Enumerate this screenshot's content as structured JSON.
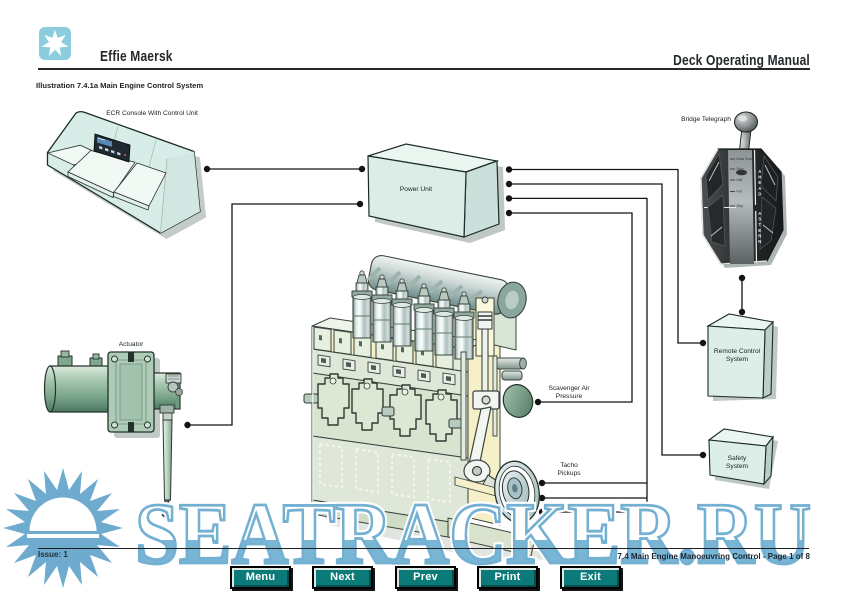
{
  "header": {
    "ship_name": "Effie Maersk",
    "manual_title": "Deck Operating Manual",
    "logo": "maersk-star-logo",
    "logo_color": "#8bcddd"
  },
  "illustration": {
    "title": "Illustration 7.4.1a Main Engine Control System"
  },
  "diagram": {
    "components": {
      "ecr_console": {
        "label": "ECR Console With Control Unit"
      },
      "power_unit": {
        "label": "Power Unit"
      },
      "bridge_telegraph": {
        "label": "Bridge Telegraph",
        "ahead": "AHEAD",
        "astern": "ASTERN",
        "scale_marks": [
          "Dead Slow",
          "Slow",
          "Half",
          "Full",
          "Stop"
        ]
      },
      "remote_control": {
        "label": "Remote Control\nSystem"
      },
      "safety_system": {
        "label": "Safety\nSystem"
      },
      "actuator": {
        "label": "Actuator"
      },
      "main_engine": {
        "scavenger_label": "Scavenger Air\nPressure",
        "tacho_label": "Tacho\nPickups"
      }
    }
  },
  "footer": {
    "issue": "Issue: 1",
    "section": "7.4 Main Engine Manoeuvring Control - Page 1 of 8"
  },
  "nav_buttons": [
    {
      "label": "Menu"
    },
    {
      "label": "Next"
    },
    {
      "label": "Prev"
    },
    {
      "label": "Print"
    },
    {
      "label": "Exit"
    }
  ],
  "watermark": {
    "text": "SEATRACKER.RU",
    "color": "#74b1d3"
  },
  "colors": {
    "button": "#0b7a78",
    "box_front": "#dcede7",
    "box_top": "#ecf6f0",
    "box_side": "#cbe0da",
    "engine_green": "#e2ebd9",
    "engine_cream": "#f6f0c8",
    "actuator_green": "#7fb093",
    "wire": "#141414"
  }
}
